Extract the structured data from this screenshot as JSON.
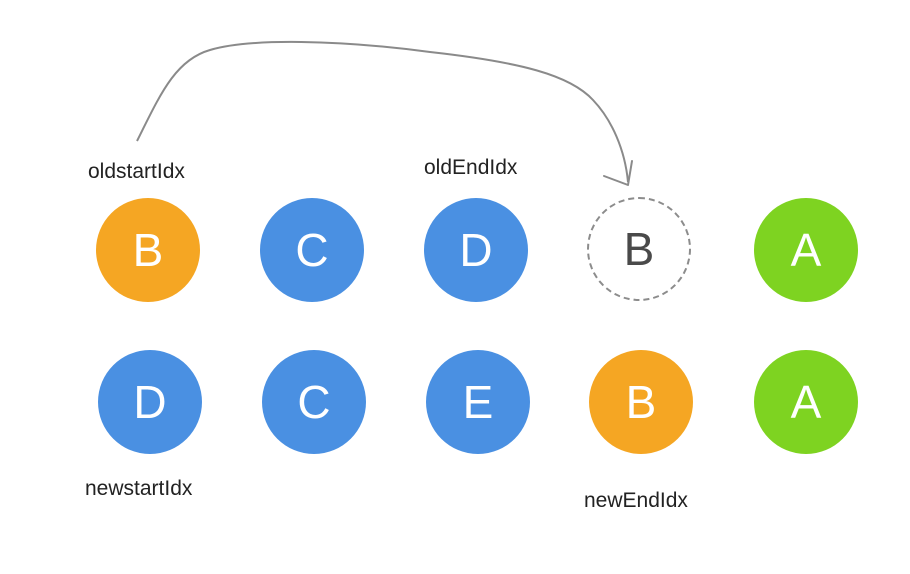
{
  "colors": {
    "orange": "#F5A623",
    "blue": "#4A90E2",
    "green": "#7ED321",
    "ghost_border": "#8c8c8c",
    "arrow": "#8a8a8a"
  },
  "old_row": [
    {
      "letter": "B",
      "color": "orange",
      "dashed": false
    },
    {
      "letter": "C",
      "color": "blue",
      "dashed": false
    },
    {
      "letter": "D",
      "color": "blue",
      "dashed": false
    },
    {
      "letter": "B",
      "color": "ghost",
      "dashed": true
    },
    {
      "letter": "A",
      "color": "green",
      "dashed": false
    }
  ],
  "new_row": [
    {
      "letter": "D",
      "color": "blue",
      "dashed": false
    },
    {
      "letter": "C",
      "color": "blue",
      "dashed": false
    },
    {
      "letter": "E",
      "color": "blue",
      "dashed": false
    },
    {
      "letter": "B",
      "color": "orange",
      "dashed": false
    },
    {
      "letter": "A",
      "color": "green",
      "dashed": false
    }
  ],
  "labels": {
    "old_start": "oldstartIdx",
    "old_end": "oldEndIdx",
    "new_start": "newstartIdx",
    "new_end": "newEndIdx"
  }
}
